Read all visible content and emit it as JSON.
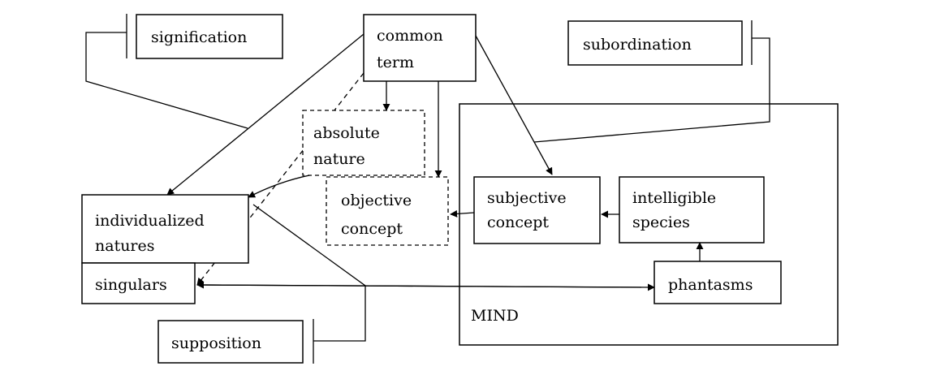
{
  "colors": {
    "stroke": "#000000",
    "background": "#ffffff"
  },
  "labels": {
    "signification": "signification",
    "subordination": "subordination",
    "supposition": "supposition",
    "mind": "MIND"
  },
  "nodes": {
    "common_term": [
      "common",
      "term"
    ],
    "absolute_nature": [
      "absolute",
      "nature"
    ],
    "objective_concept": [
      "objective",
      "concept"
    ],
    "individualized_natures": [
      "individualized",
      "natures"
    ],
    "singulars": "singulars",
    "subjective_concept": [
      "subjective",
      "concept"
    ],
    "intelligible_species": [
      "intelligible",
      "species"
    ],
    "phantasms": "phantasms"
  }
}
